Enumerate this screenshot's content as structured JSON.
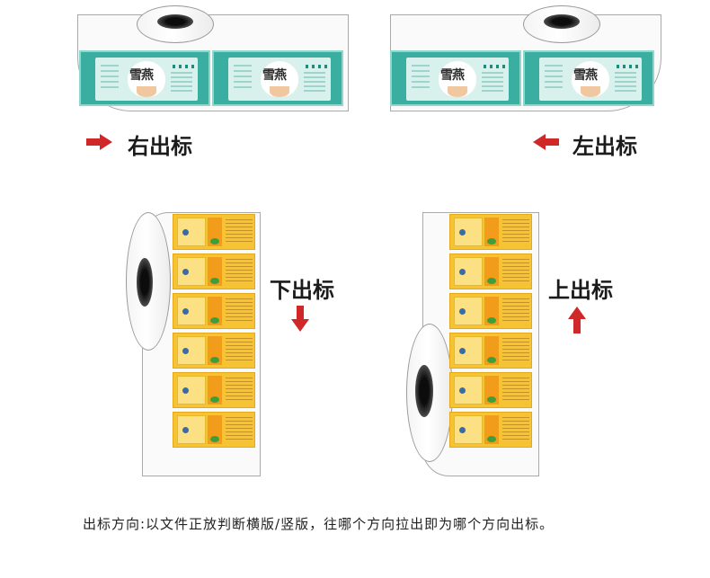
{
  "panels": {
    "right": {
      "label": "右出标"
    },
    "left": {
      "label": "左出标"
    },
    "down": {
      "label": "下出标"
    },
    "up": {
      "label": "上出标"
    }
  },
  "teal_label_title": "雪燕",
  "caption": "出标方向:以文件正放判断横版/竖版，往哪个方向拉出即为哪个方向出标。",
  "colors": {
    "arrow": "#d02828",
    "teal_label": "#3aaea0",
    "yellow_label": "#f6c335"
  }
}
